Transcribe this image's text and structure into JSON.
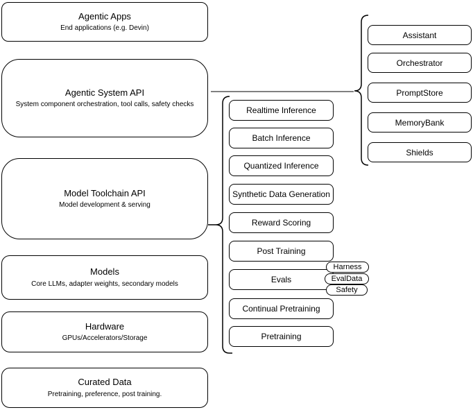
{
  "left_column": [
    {
      "title": "Agentic Apps",
      "subtitle": "End applications (e.g. Devin)"
    },
    {
      "title": "Agentic System API",
      "subtitle": "System component orchestration, tool calls, safety checks"
    },
    {
      "title": "Model Toolchain API",
      "subtitle": "Model development & serving"
    },
    {
      "title": "Models",
      "subtitle": "Core LLMs, adapter weights, secondary models"
    },
    {
      "title": "Hardware",
      "subtitle": "GPUs/Accelerators/Storage"
    },
    {
      "title": "Curated Data",
      "subtitle": "Pretraining, preference, post training."
    }
  ],
  "toolchain_items": [
    "Realtime Inference",
    "Batch Inference",
    "Quantized Inference",
    "Synthetic Data Generation",
    "Reward Scoring",
    "Post Training",
    "Evals",
    "Continual Pretraining",
    "Pretraining"
  ],
  "evals_tags": [
    "Harness",
    "EvalData",
    "Safety"
  ],
  "system_components": [
    "Assistant",
    "Orchestrator",
    "PromptStore",
    "MemoryBank",
    "Shields"
  ],
  "colors": {
    "box_border": "#000000",
    "background": "#ffffff",
    "connector": "#808080"
  }
}
